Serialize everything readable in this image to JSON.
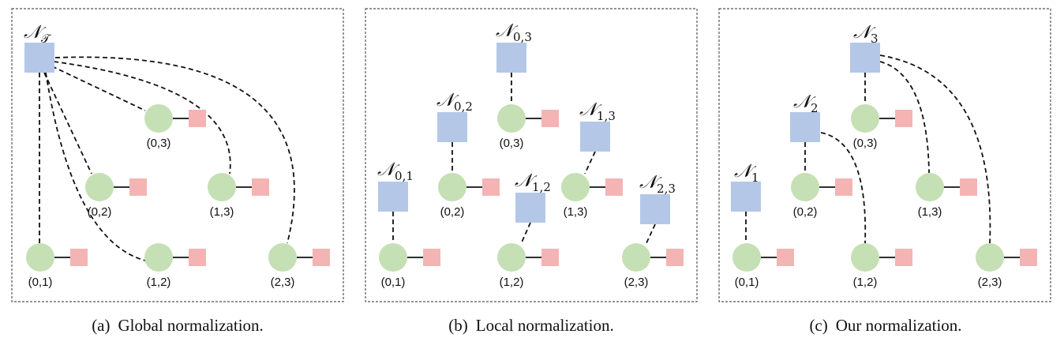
{
  "colors": {
    "normalizer": "#b4c7e7",
    "word": "#c5e0b4",
    "feature": "#f4b4b4",
    "edge": "#111111",
    "frame": "#555555"
  },
  "panels": [
    {
      "id": "a",
      "caption_label": "(a)",
      "caption_text": "Global normalization.",
      "normalizers": [
        {
          "id": "NT",
          "main": "𝒩",
          "sub": "𝒯"
        }
      ],
      "spans": [
        {
          "id": "s01",
          "label": "(0,1)"
        },
        {
          "id": "s02",
          "label": "(0,2)"
        },
        {
          "id": "s03",
          "label": "(0,3)"
        },
        {
          "id": "s12",
          "label": "(1,2)"
        },
        {
          "id": "s13",
          "label": "(1,3)"
        },
        {
          "id": "s23",
          "label": "(2,3)"
        }
      ],
      "links": [
        [
          "NT",
          "s01"
        ],
        [
          "NT",
          "s02"
        ],
        [
          "NT",
          "s03"
        ],
        [
          "NT",
          "s12"
        ],
        [
          "NT",
          "s13"
        ],
        [
          "NT",
          "s23"
        ]
      ]
    },
    {
      "id": "b",
      "caption_label": "(b)",
      "caption_text": "Local normalization.",
      "normalizers": [
        {
          "id": "N01",
          "main": "𝒩",
          "sub": "0,1"
        },
        {
          "id": "N02",
          "main": "𝒩",
          "sub": "0,2"
        },
        {
          "id": "N03",
          "main": "𝒩",
          "sub": "0,3"
        },
        {
          "id": "N12",
          "main": "𝒩",
          "sub": "1,2"
        },
        {
          "id": "N13",
          "main": "𝒩",
          "sub": "1,3"
        },
        {
          "id": "N23",
          "main": "𝒩",
          "sub": "2,3"
        }
      ],
      "spans": [
        {
          "id": "s01",
          "label": "(0,1)"
        },
        {
          "id": "s02",
          "label": "(0,2)"
        },
        {
          "id": "s03",
          "label": "(0,3)"
        },
        {
          "id": "s12",
          "label": "(1,2)"
        },
        {
          "id": "s13",
          "label": "(1,3)"
        },
        {
          "id": "s23",
          "label": "(2,3)"
        }
      ],
      "links": [
        [
          "N01",
          "s01"
        ],
        [
          "N02",
          "s02"
        ],
        [
          "N03",
          "s03"
        ],
        [
          "N12",
          "s12"
        ],
        [
          "N13",
          "s13"
        ],
        [
          "N23",
          "s23"
        ]
      ]
    },
    {
      "id": "c",
      "caption_label": "(c)",
      "caption_text": "Our normalization.",
      "normalizers": [
        {
          "id": "N1",
          "main": "𝒩",
          "sub": "1"
        },
        {
          "id": "N2",
          "main": "𝒩",
          "sub": "2"
        },
        {
          "id": "N3",
          "main": "𝒩",
          "sub": "3"
        }
      ],
      "spans": [
        {
          "id": "s01",
          "label": "(0,1)"
        },
        {
          "id": "s02",
          "label": "(0,2)"
        },
        {
          "id": "s03",
          "label": "(0,3)"
        },
        {
          "id": "s12",
          "label": "(1,2)"
        },
        {
          "id": "s13",
          "label": "(1,3)"
        },
        {
          "id": "s23",
          "label": "(2,3)"
        }
      ],
      "links": [
        [
          "N1",
          "s01"
        ],
        [
          "N2",
          "s02"
        ],
        [
          "N2",
          "s12"
        ],
        [
          "N3",
          "s03"
        ],
        [
          "N3",
          "s13"
        ],
        [
          "N3",
          "s23"
        ]
      ]
    }
  ]
}
